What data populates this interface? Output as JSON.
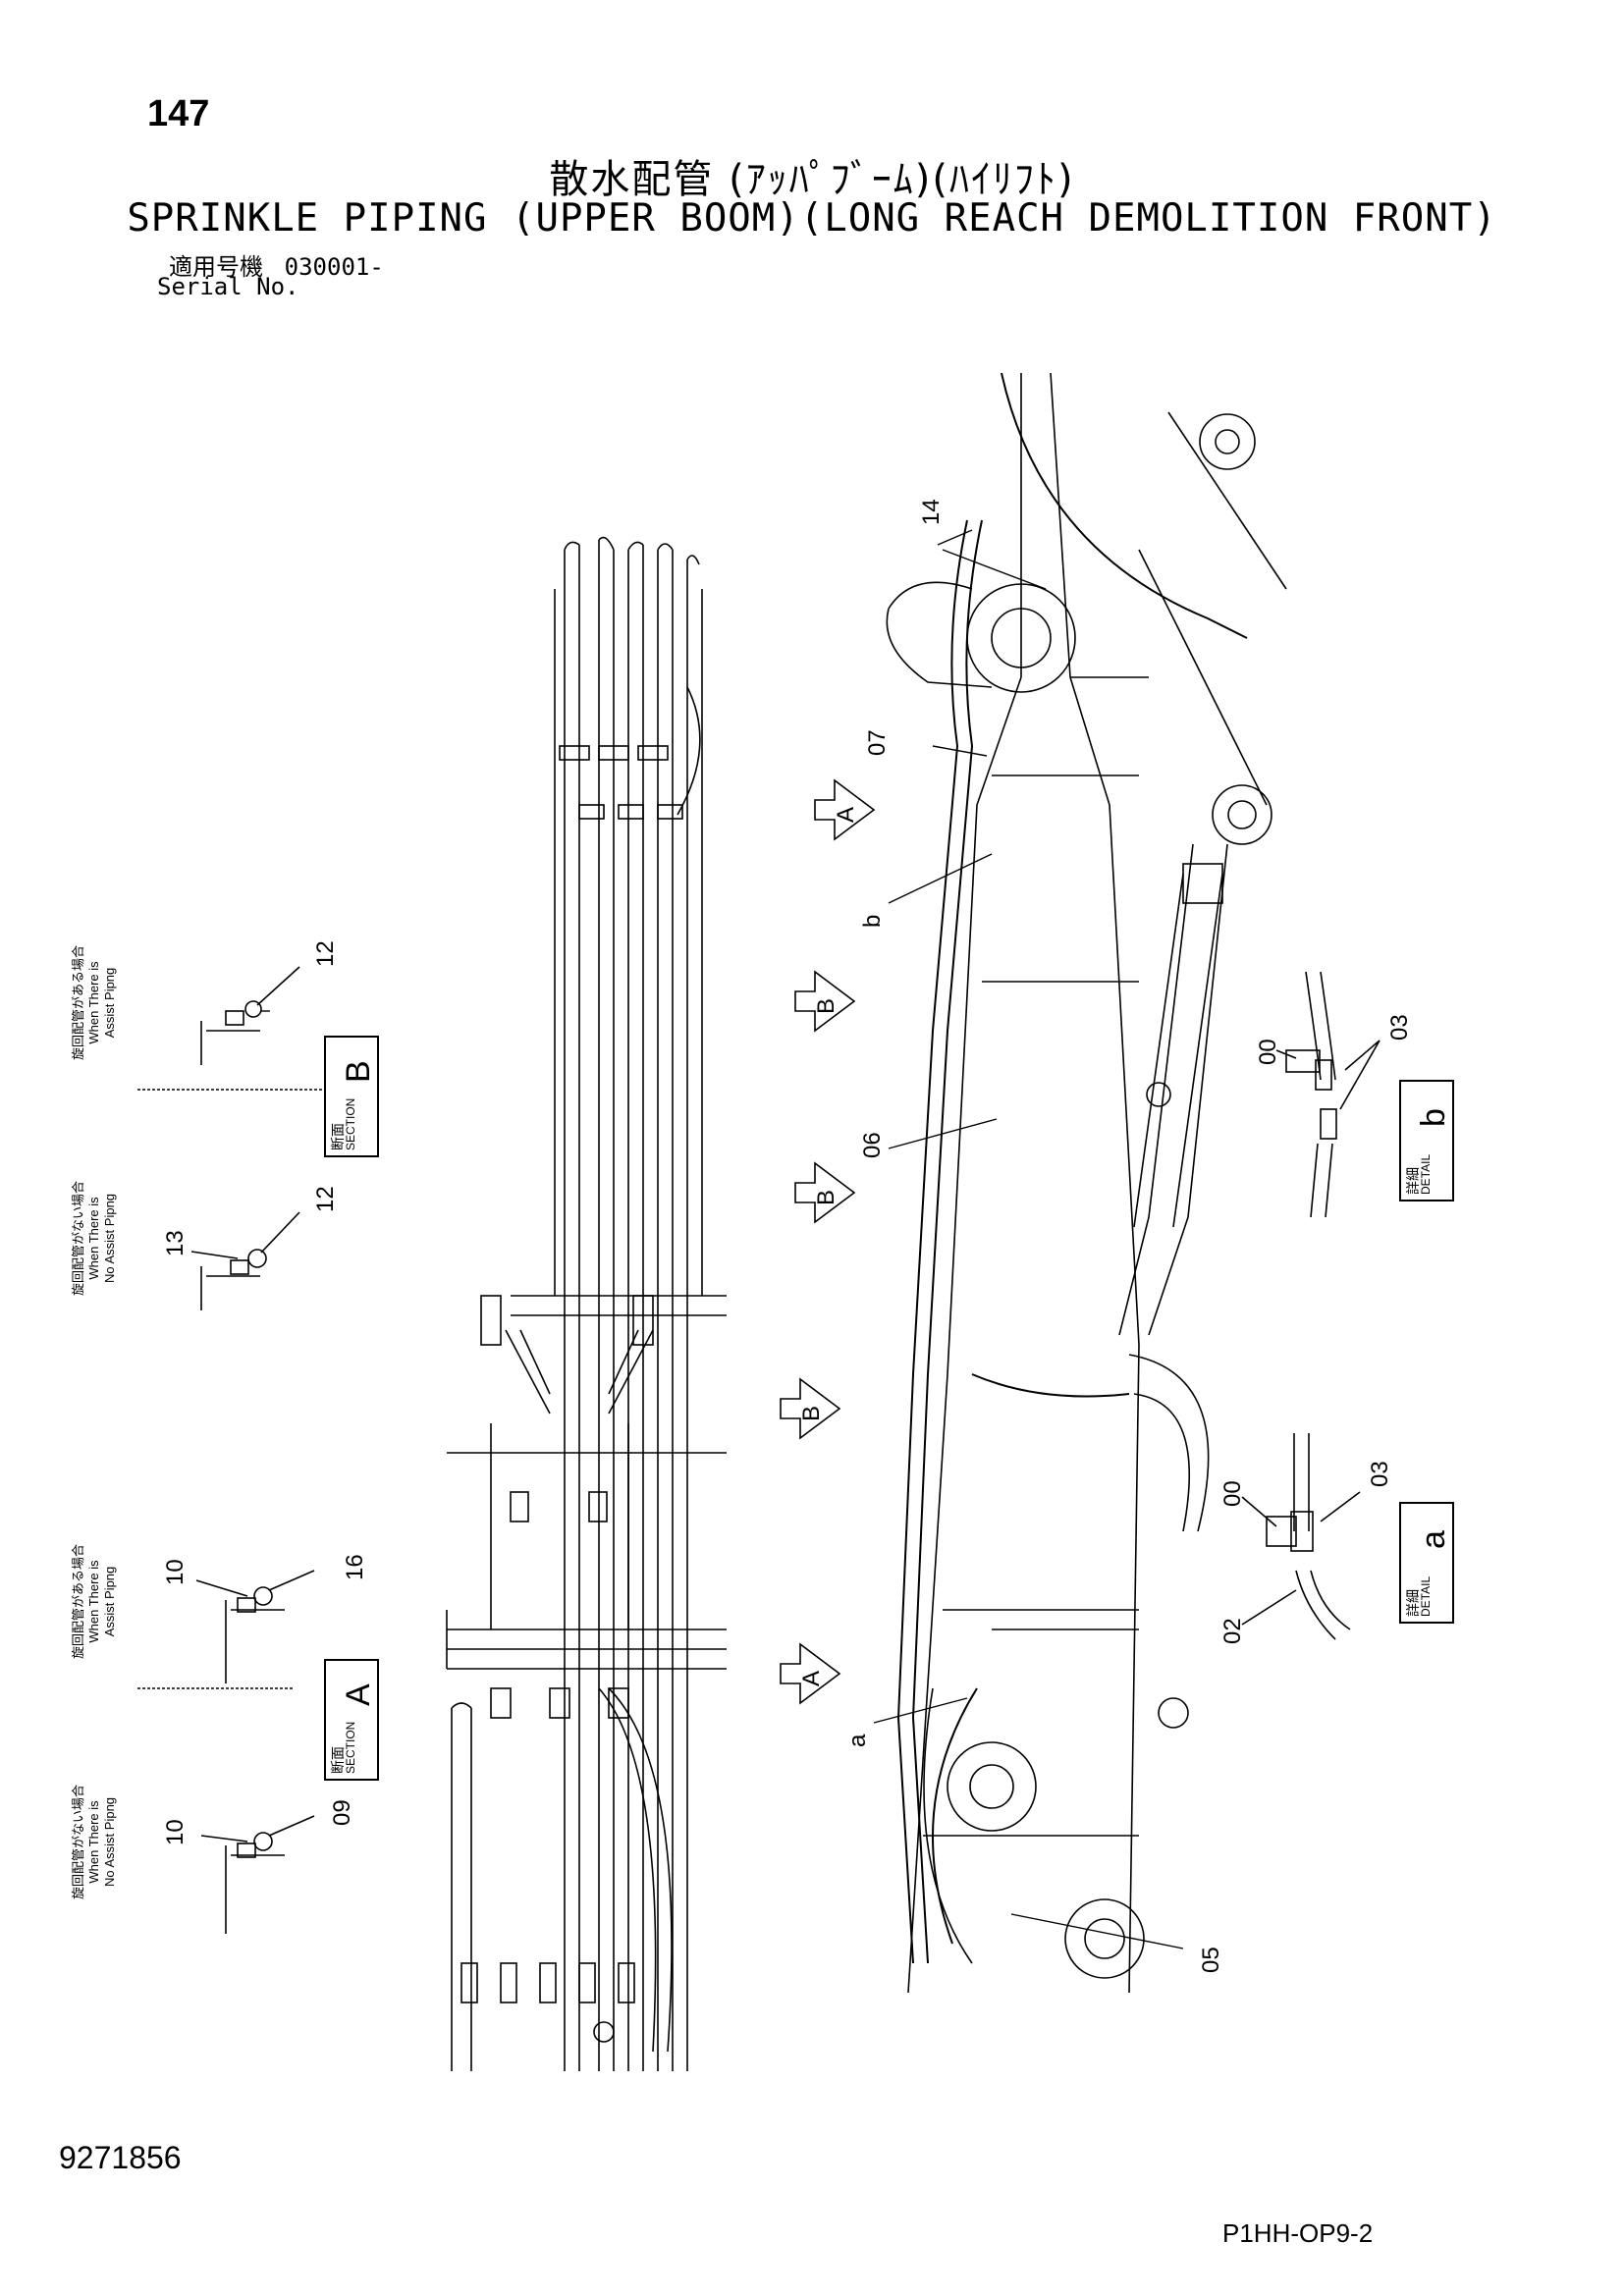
{
  "header": {
    "page_number": "147",
    "title_jp": "散水配管 (ｱｯﾊﾟﾌﾞｰﾑ)(ﾊｲﾘﾌﾄ)",
    "title_en": "SPRINKLE PIPING (UPPER BOOM)(LONG REACH DEMOLITION FRONT)",
    "serial_label_jp": "適用号機",
    "serial_value": "030001-",
    "serial_label_en": "Serial No."
  },
  "notes": {
    "assist_jp": "旋回配管がある場合",
    "assist_en_1": "When There is",
    "assist_en_2": "Assist Pipng",
    "no_assist_jp": "旋回配管がない場合",
    "no_assist_en_1": "When There is",
    "no_assist_en_2": "No Assist Pipng"
  },
  "section_labels": {
    "section_jp": "断面",
    "section_en": "SECTION",
    "detail_jp": "詳細",
    "detail_en": "DETAIL",
    "section_b": "B",
    "section_a": "A",
    "detail_b": "b",
    "detail_a": "a"
  },
  "callouts": {
    "c14": "14",
    "c07": "07",
    "cb": "b",
    "c06": "06",
    "ca": "a",
    "c05": "05",
    "c12_top": "12",
    "c13": "13",
    "c12_bottom": "12",
    "c10_top": "10",
    "c16": "16",
    "c10_bottom": "10",
    "c09": "09",
    "c00_b": "00",
    "c03_b": "03",
    "c00_a": "00",
    "c03_a": "03",
    "c02_a": "02"
  },
  "view_arrows": {
    "a_top": "A",
    "b_1": "B",
    "b_2": "B",
    "b_3": "B",
    "a_bottom": "A"
  },
  "footer": {
    "document_number": "9271856",
    "sheet_code": "P1HH-OP9-2"
  }
}
